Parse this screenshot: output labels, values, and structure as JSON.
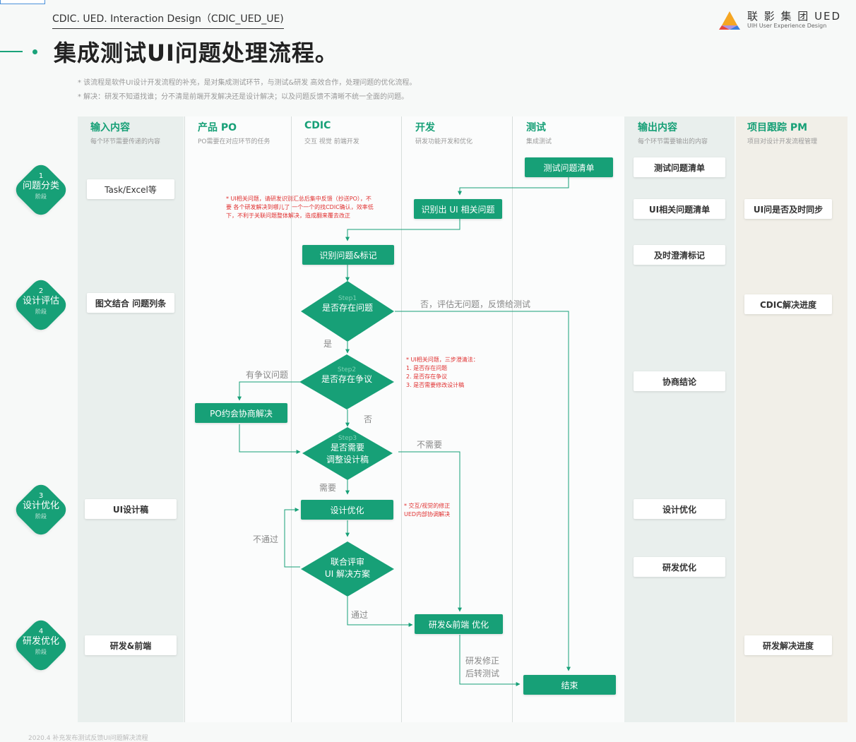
{
  "header": {
    "tag": "CDIC. UED. Interaction Design（CDIC_UED_UE)",
    "title": "集成测试UI问题处理流程。",
    "notes": [
      "* 该流程是软件UI设计开发流程的补充，是对集成测试环节，与测试&研发 高效合作，处理问题的优化流程。",
      "* 解决：研发不知道找谁；分不清是前端开发解决还是设计解决；以及问题反馈不清晰不统一全面的问题。"
    ]
  },
  "logo": {
    "name": "联 影 集 团 UED",
    "sub": "UIH User Experience Design",
    "colors": [
      "#f5a623",
      "#e8453c",
      "#3b7ddd"
    ]
  },
  "columns": [
    {
      "name": "输入内容",
      "sub": "每个环节需要传递的内容"
    },
    {
      "name": "产品 PO",
      "sub": "PO需要在对应环节的任务"
    },
    {
      "name": "CDIC",
      "sub": "交互 视觉 前端开发"
    },
    {
      "name": "开发",
      "sub": "研发功能开发和优化"
    },
    {
      "name": "测试",
      "sub": "集成测试"
    },
    {
      "name": "输出内容",
      "sub": "每个环节需要输出的内容"
    },
    {
      "name": "项目跟踪 PM",
      "sub": "项目对设计开发流程管理"
    }
  ],
  "stages": [
    {
      "num": "1",
      "name": "问题分类",
      "sub": "阶段"
    },
    {
      "num": "2",
      "name": "设计评估",
      "sub": "阶段"
    },
    {
      "num": "3",
      "name": "设计优化",
      "sub": "阶段"
    },
    {
      "num": "4",
      "name": "研发优化",
      "sub": "阶段"
    }
  ],
  "inputs": [
    "Task/Excel等",
    "图文结合 问题列条",
    "UI设计稿",
    "研发&前端"
  ],
  "outputs": [
    "测试问题清单",
    "UI相关问题清单",
    "及时澄清标记",
    "协商结论",
    "设计优化",
    "研发优化"
  ],
  "pm": [
    "UI问是否及时同步",
    "CDIC解决进度",
    "研发解决进度"
  ],
  "flow": {
    "test_list": "测试问题清单",
    "identify_ui": "识别出 UI 相关问题",
    "identify_mark": "识别问题&标记",
    "step1": {
      "step": "Step1",
      "text": "是否存在问题"
    },
    "step2": {
      "step": "Step2",
      "text": "是否存在争议"
    },
    "step3": {
      "step": "Step3",
      "text1": "是否需要",
      "text2": "调整设计稿"
    },
    "po_meet": "PO约会协商解决",
    "design_opt": "设计优化",
    "review": {
      "text1": "联合评审",
      "text2": "UI 解决方案"
    },
    "dev_opt": "研发&前端 优化",
    "end": "结束"
  },
  "edge_labels": {
    "no_issue": "否，评估无问题，反馈给测试",
    "yes": "是",
    "dispute": "有争议问题",
    "no": "否",
    "not_needed": "不需要",
    "needed": "需要",
    "not_pass": "不通过",
    "pass": "通过",
    "retest1": "研发修正",
    "retest2": "后转测试"
  },
  "red_notes": {
    "note1": [
      "* UI相关问题，请研发识别汇总后集中反馈（抄送PO），不",
      "要 各个研发解决到哪儿了 一个一个的找CDIC确认，效率低",
      "下，不利于关联问题整体解决，造成翻来覆去改正"
    ],
    "note2": [
      "* UI相关问题，三步澄清法：",
      "1. 是否存在问题",
      "2. 是否存在争议",
      "3. 是否需要修改设计稿"
    ],
    "note3": [
      "* 交互/视觉的修正",
      "UED内部协调解决"
    ]
  },
  "footer": "2020.4 补充发布测试反馈UI问题解决流程",
  "colors": {
    "accent": "#17a077",
    "red": "#e03131"
  }
}
